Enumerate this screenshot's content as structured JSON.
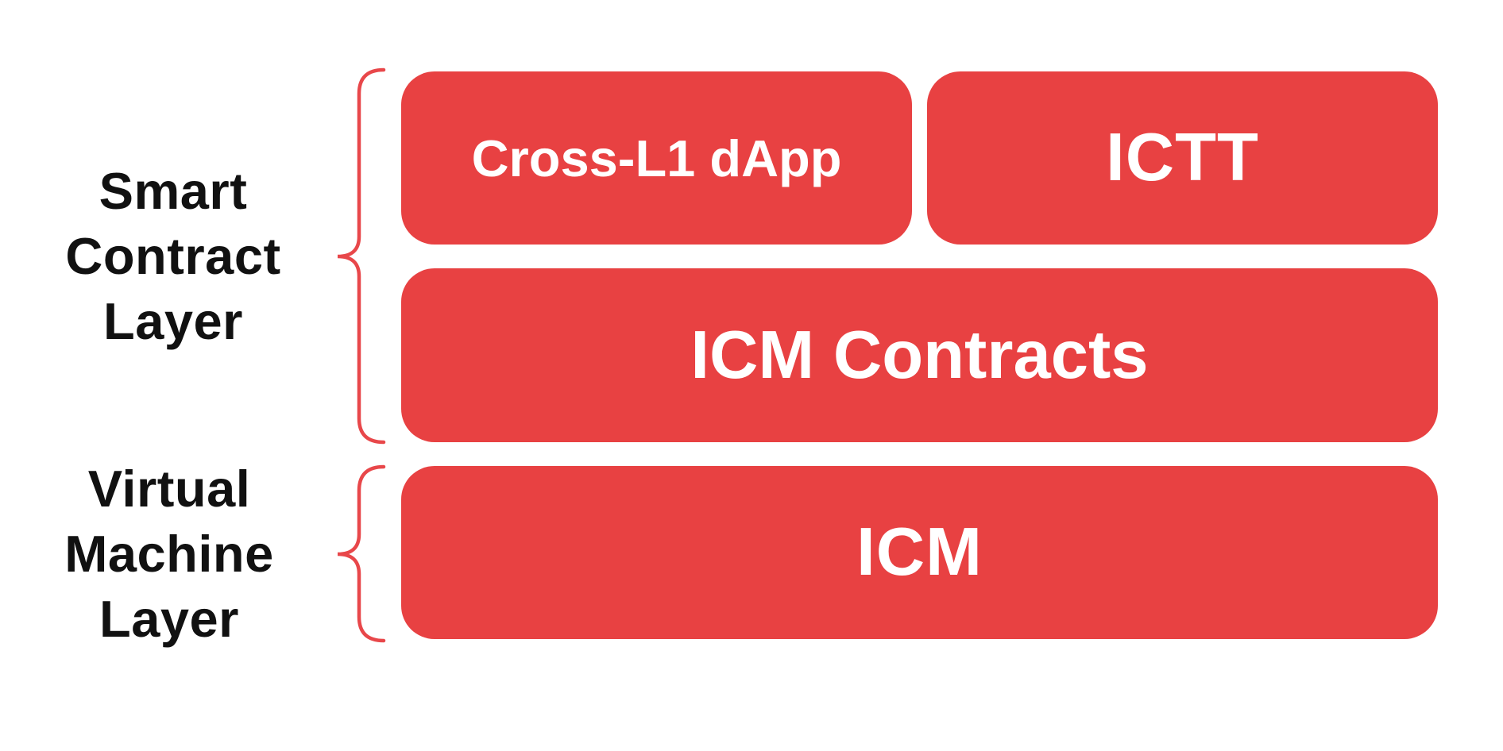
{
  "colors": {
    "box-red": "#E84142",
    "brace-red": "#E8474A",
    "box-text": "#FFFFFF",
    "label-black": "#111111",
    "background": "#FFFFFF"
  },
  "labels": {
    "smart_contract": {
      "line1": "Smart",
      "line2": "Contract",
      "line3": "Layer"
    },
    "virtual_machine": {
      "line1": "Virtual",
      "line2": "Machine",
      "line3": "Layer"
    }
  },
  "boxes": {
    "cross_l1_dapp": "Cross-L1 dApp",
    "ictt": "ICTT",
    "icm_contracts": "ICM Contracts",
    "icm": "ICM"
  }
}
